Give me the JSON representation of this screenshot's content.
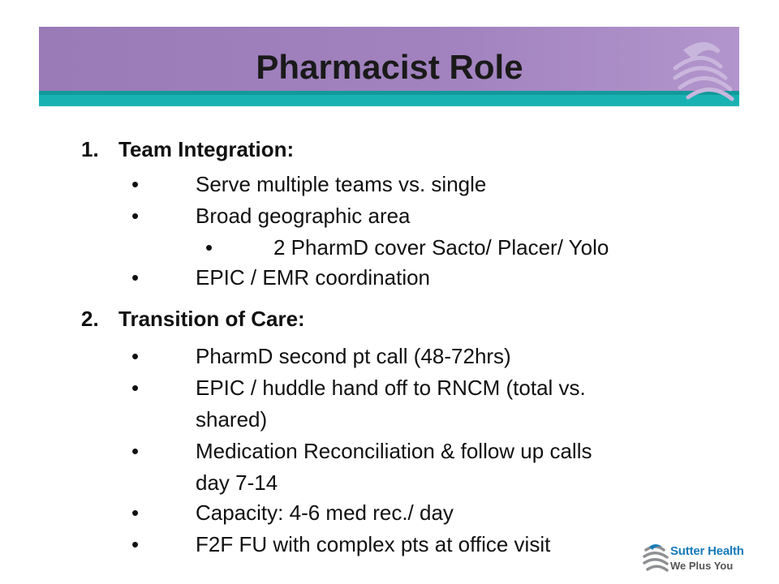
{
  "slide": {
    "title": "Pharmacist Role",
    "sections": [
      {
        "number": "1.",
        "heading": "Team Integration:",
        "bullets": [
          "Serve multiple teams vs. single",
          "Broad geographic area",
          "2 PharmD cover Sacto/ Placer/ Yolo",
          "EPIC / EMR coordination"
        ]
      },
      {
        "number": "2.",
        "heading": "Transition of Care:",
        "bullets": [
          "PharmD second pt call (48-72hrs)",
          "EPIC / huddle hand off to RNCM (total vs.",
          "shared)",
          "Medication Reconciliation & follow up calls",
          "day 7-14",
          "Capacity: 4-6 med rec./ day",
          "F2F FU with complex pts at  office visit"
        ]
      }
    ],
    "bullet_glyph": "•",
    "footer": {
      "brand": "Sutter Health",
      "tagline": "We Plus You"
    },
    "colors": {
      "banner_purple": "#a283bf",
      "banner_teal": "#19b2b3",
      "brand_blue": "#167bb7"
    }
  }
}
